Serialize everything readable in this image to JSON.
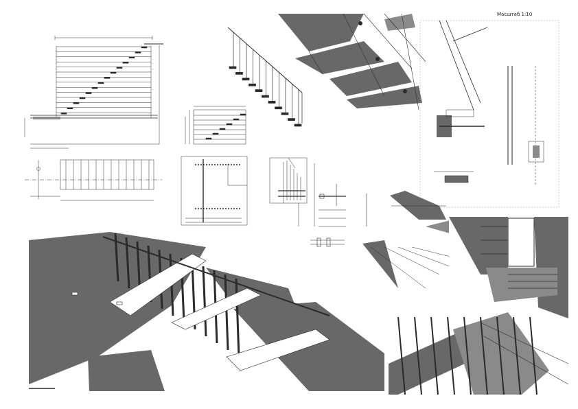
{
  "sheet": {
    "scale_label": "Масштаб 1:10"
  },
  "colors": {
    "background": "#ffffff",
    "fill_dark": "#686868",
    "fill_mid": "#8a8a8a",
    "line": "#2a2a2a",
    "line_light": "#9a9a9a"
  },
  "drawings": [
    {
      "id": "elevation-view",
      "kind": "line-drawing"
    },
    {
      "id": "plan-view",
      "kind": "line-drawing"
    },
    {
      "id": "section-view",
      "kind": "line-drawing"
    },
    {
      "id": "detail-sheet",
      "kind": "line-drawing"
    },
    {
      "id": "render-main",
      "kind": "render"
    },
    {
      "id": "render-top",
      "kind": "render"
    },
    {
      "id": "render-right",
      "kind": "render"
    },
    {
      "id": "render-bottom-right",
      "kind": "render"
    }
  ]
}
